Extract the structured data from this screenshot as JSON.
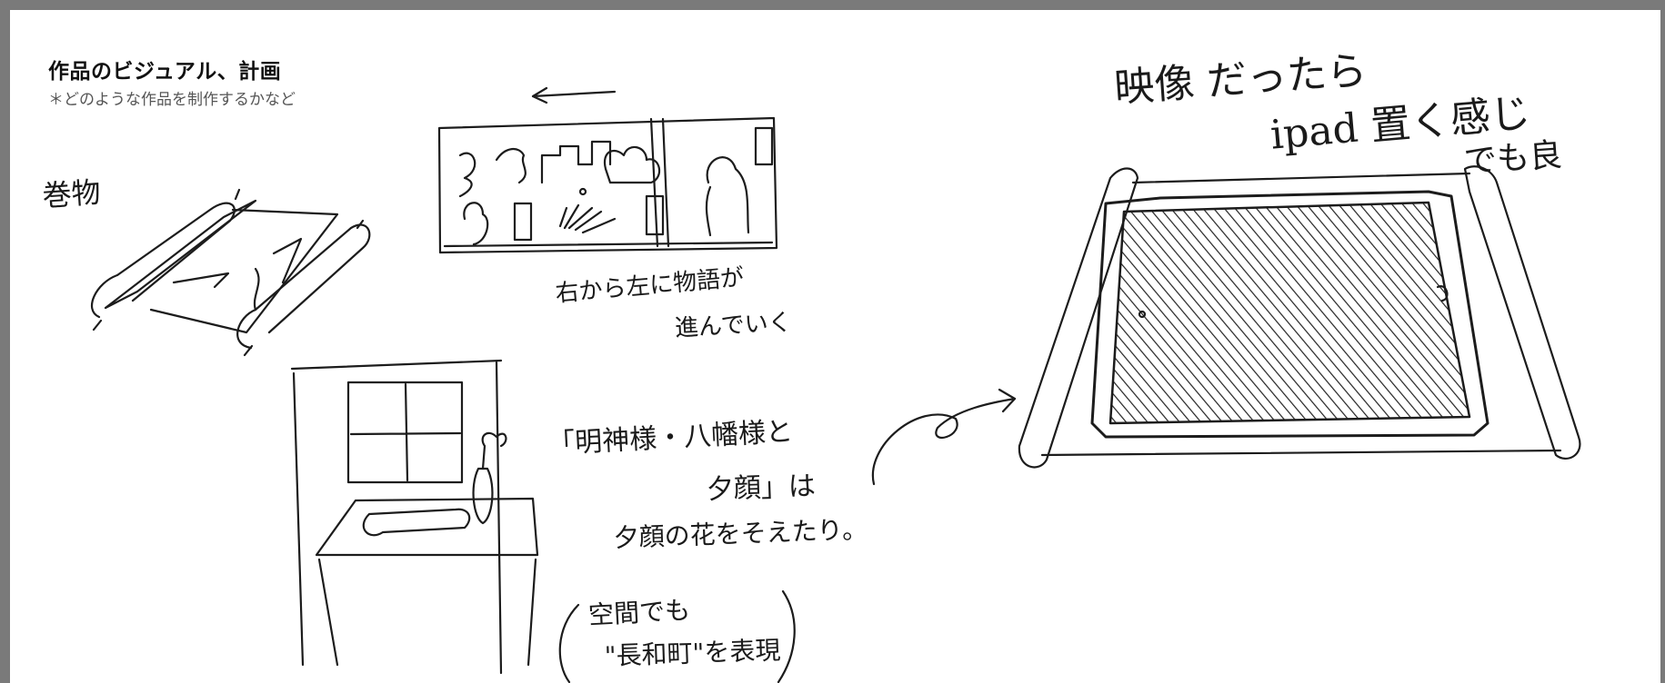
{
  "heading": {
    "title": "作品のビジュアル、計画",
    "subtitle": "＊どのような作品を制作するかなど"
  },
  "notes": {
    "scroll_label": "巻物",
    "direction_line1": "右から左に物語が",
    "direction_line2": "進んでいく",
    "theme_line1": "「明神様・八幡様と",
    "theme_line2": "夕顔」は",
    "theme_line3": "夕顔の花をそえたり。",
    "space_line1": "空間でも",
    "space_line2": "\"長和町\"を表現",
    "video_line1": "映像 だったら",
    "video_line2": "ipad 置く感じ",
    "video_line3": "でも良"
  }
}
